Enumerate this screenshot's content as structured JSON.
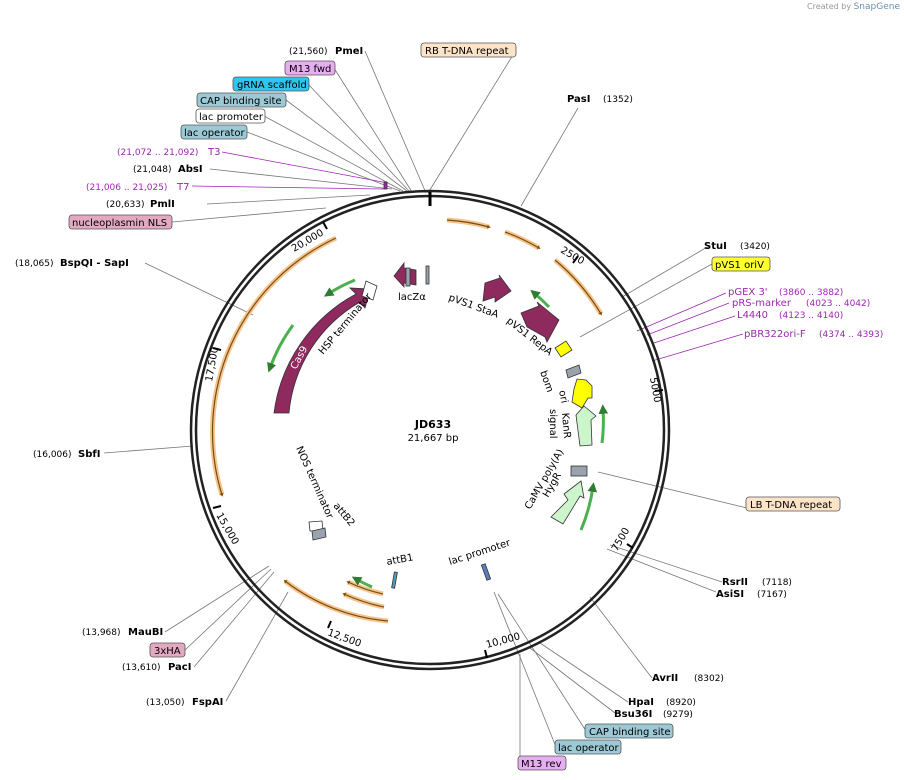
{
  "credit": {
    "prefix": "Created by",
    "brand": "SnapGene"
  },
  "center": {
    "name": "JD633",
    "size": "21,667 bp"
  },
  "ticks": [
    "2500",
    "5000",
    "7500",
    "10,000",
    "12,500",
    "15,000",
    "17,500",
    "20,000"
  ],
  "sites": [
    {
      "name": "PmeI",
      "pos": "(21,560)"
    },
    {
      "name": "PasI",
      "pos": "(1352)"
    },
    {
      "name": "AbsI",
      "pos": "(21,048)"
    },
    {
      "name": "PmlI",
      "pos": "(20,633)"
    },
    {
      "name": "BspQI - SapI",
      "pos": "(18,065)"
    },
    {
      "name": "SbfI",
      "pos": "(16,006)"
    },
    {
      "name": "StuI",
      "pos": "(3420)"
    },
    {
      "name": "RsrII",
      "pos": "(7118)"
    },
    {
      "name": "AsiSI",
      "pos": "(7167)"
    },
    {
      "name": "AvrII",
      "pos": "(8302)"
    },
    {
      "name": "HpaI",
      "pos": "(8920)"
    },
    {
      "name": "Bsu36I",
      "pos": "(9279)"
    },
    {
      "name": "MauBI",
      "pos": "(13,968)"
    },
    {
      "name": "PacI",
      "pos": "(13,610)"
    },
    {
      "name": "FspAI",
      "pos": "(13,050)"
    }
  ],
  "primers": [
    {
      "name": "T3",
      "pos": "(21,072 .. 21,092)"
    },
    {
      "name": "T7",
      "pos": "(21,006 .. 21,025)"
    },
    {
      "name": "pGEX 3'",
      "pos": "(3860 .. 3882)"
    },
    {
      "name": "pRS-marker",
      "pos": "(4023 .. 4042)"
    },
    {
      "name": "L4440",
      "pos": "(4123 .. 4140)"
    },
    {
      "name": "pBR322ori-F",
      "pos": "(4374 .. 4393)"
    }
  ],
  "boxes": [
    {
      "label": "RB T-DNA repeat",
      "color": "#fde3c8"
    },
    {
      "label": "M13 fwd",
      "color": "#e6aef0"
    },
    {
      "label": "gRNA scaffold",
      "color": "#2ec5ee"
    },
    {
      "label": "CAP binding site",
      "color": "#9cc9d5"
    },
    {
      "label": "lac promoter",
      "color": "#ffffff"
    },
    {
      "label": "lac operator",
      "color": "#9cc9d5"
    },
    {
      "label": "nucleoplasmin NLS",
      "color": "#e3a9c1"
    },
    {
      "label": "pVS1 oriV",
      "color": "#ffff33"
    },
    {
      "label": "LB T-DNA repeat",
      "color": "#fde3c8"
    },
    {
      "label": "3xHA",
      "color": "#e3a9c1"
    },
    {
      "label": "CAP binding site",
      "color": "#9cc9d5"
    },
    {
      "label": "lac operator",
      "color": "#9cc9d5"
    },
    {
      "label": "M13 rev",
      "color": "#e6aef0"
    }
  ],
  "features": [
    {
      "label": "Cas9",
      "color": "#8e2a5e"
    },
    {
      "label": "HSP terminator",
      "color": "#ffffff"
    },
    {
      "label": "lacZα",
      "color": "#8e2a5e"
    },
    {
      "label": "pVS1 StaA",
      "color": "#8e2a5e"
    },
    {
      "label": "pVS1 RepA",
      "color": "#8e2a5e"
    },
    {
      "label": "bom",
      "color": "#9aa3ad"
    },
    {
      "label": "ori",
      "color": "#ffff00"
    },
    {
      "label": "KanR",
      "color": "#ccf5cc"
    },
    {
      "label": "signal",
      "color": "#ffffff"
    },
    {
      "label": "CaMV poly(A)",
      "color": "#9aa3ad"
    },
    {
      "label": "HygR",
      "color": "#ccf5cc"
    },
    {
      "label": "NOS terminator",
      "color": "#ffffff"
    },
    {
      "label": "attB2",
      "color": "#9aa3ad"
    },
    {
      "label": "attB1",
      "color": "#4e9ebf"
    },
    {
      "label": "lac promoter",
      "color": "#5a7fbf"
    }
  ],
  "colors": {
    "backbone": "#222222",
    "orf": "#f4c48a",
    "orfArrow": "#7a4b12",
    "smallOrf": "#4caf50",
    "primer": "#9c27b0",
    "line": "#777777"
  }
}
